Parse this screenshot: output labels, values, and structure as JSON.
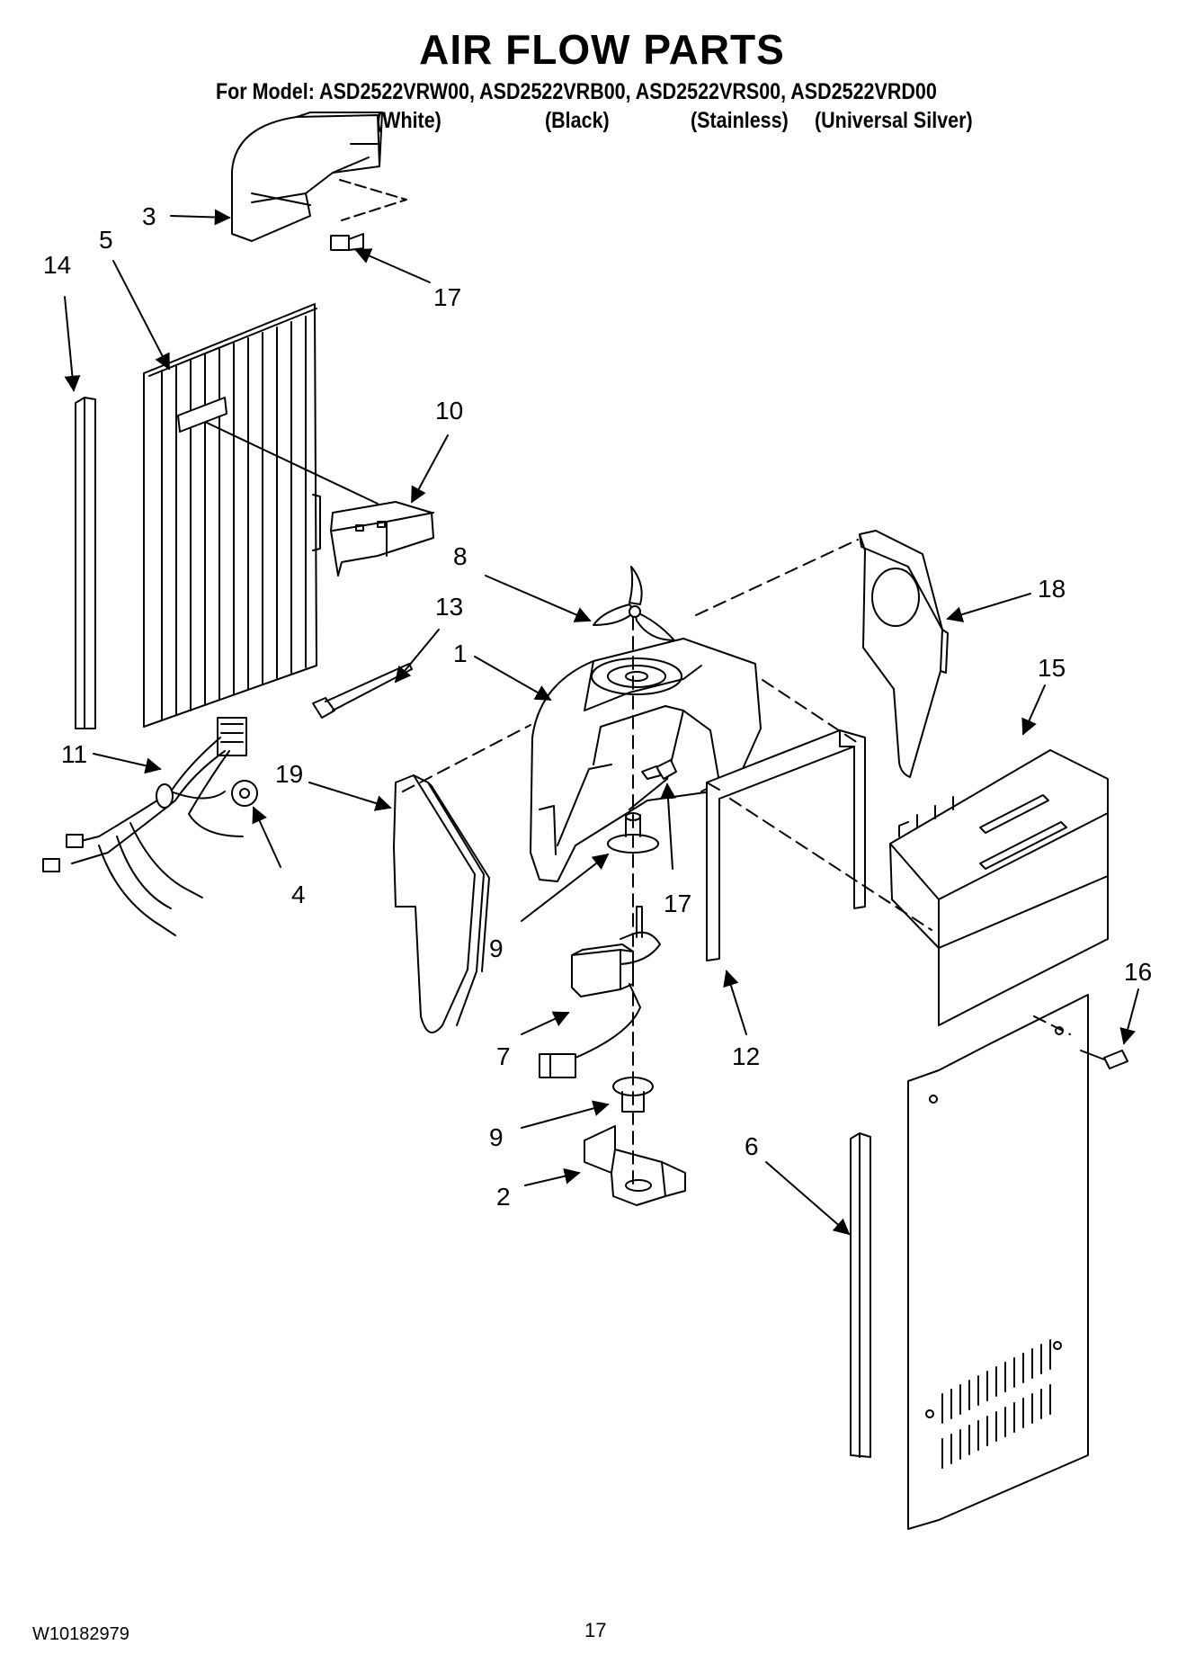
{
  "header": {
    "title": "AIR FLOW PARTS",
    "model_line": "For Model: ASD2522VRW00, ASD2522VRB00, ASD2522VRS00, ASD2522VRD00",
    "variants": [
      "(White)",
      "(Black)",
      "(Stainless)",
      "(Universal Silver)"
    ]
  },
  "callouts": [
    "3",
    "17",
    "14",
    "5",
    "10",
    "8",
    "13",
    "1",
    "18",
    "15",
    "11",
    "19",
    "4",
    "9",
    "17",
    "7",
    "12",
    "16",
    "9",
    "2",
    "6"
  ],
  "footer": {
    "doc_number": "W10182979",
    "page_number": "17"
  }
}
